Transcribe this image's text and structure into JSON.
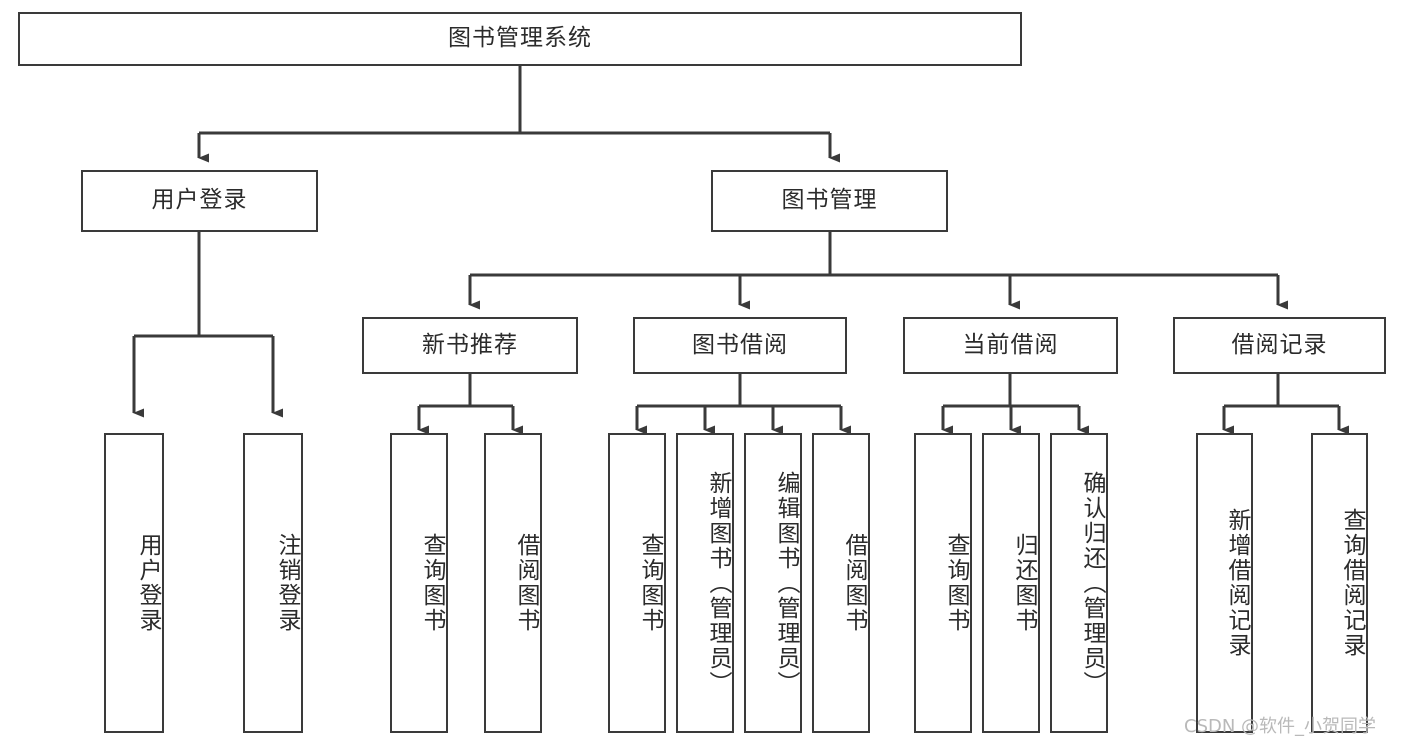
{
  "diagram": {
    "kind": "tree-hierarchy-chart",
    "title": "图书管理系统",
    "colors": {
      "background": "#ffffff",
      "box_border": "#3a3a3a",
      "box_fill": "#ffffff",
      "connector": "#3a3a3a",
      "text": "#2b2b2b",
      "watermark": "#b9b9b9"
    },
    "root": {
      "label": "图书管理系统"
    },
    "level2": [
      {
        "id": "user-login",
        "label": "用户登录"
      },
      {
        "id": "book-management",
        "label": "图书管理"
      }
    ],
    "level3": [
      {
        "id": "new-book-recommend",
        "label": "新书推荐"
      },
      {
        "id": "book-borrow",
        "label": "图书借阅"
      },
      {
        "id": "current-borrow",
        "label": "当前借阅"
      },
      {
        "id": "borrow-record",
        "label": "借阅记录"
      }
    ],
    "leaves": {
      "user_login": [
        {
          "id": "leaf-user-login",
          "label": "用户登录"
        },
        {
          "id": "leaf-logout-login",
          "label": "注销登录"
        }
      ],
      "new_book_recommend": [
        {
          "id": "leaf-query-book-1",
          "label": "查询图书"
        },
        {
          "id": "leaf-borrow-book-1",
          "label": "借阅图书"
        }
      ],
      "book_borrow": [
        {
          "id": "leaf-query-book-2",
          "label": "查询图书"
        },
        {
          "id": "leaf-add-book-admin",
          "label": "新增图书（管理员）"
        },
        {
          "id": "leaf-edit-book-admin",
          "label": "编辑图书（管理员）"
        },
        {
          "id": "leaf-borrow-book-2",
          "label": "借阅图书"
        }
      ],
      "current_borrow": [
        {
          "id": "leaf-query-book-3",
          "label": "查询图书"
        },
        {
          "id": "leaf-return-book",
          "label": "归还图书"
        },
        {
          "id": "leaf-confirm-return-admin",
          "label": "确认归还（管理员）"
        }
      ],
      "borrow_record": [
        {
          "id": "leaf-add-borrow-record",
          "label": "新增借阅记录"
        },
        {
          "id": "leaf-query-borrow-record",
          "label": "查询借阅记录"
        }
      ]
    },
    "watermark": "CSDN @软件_小贺同学"
  }
}
